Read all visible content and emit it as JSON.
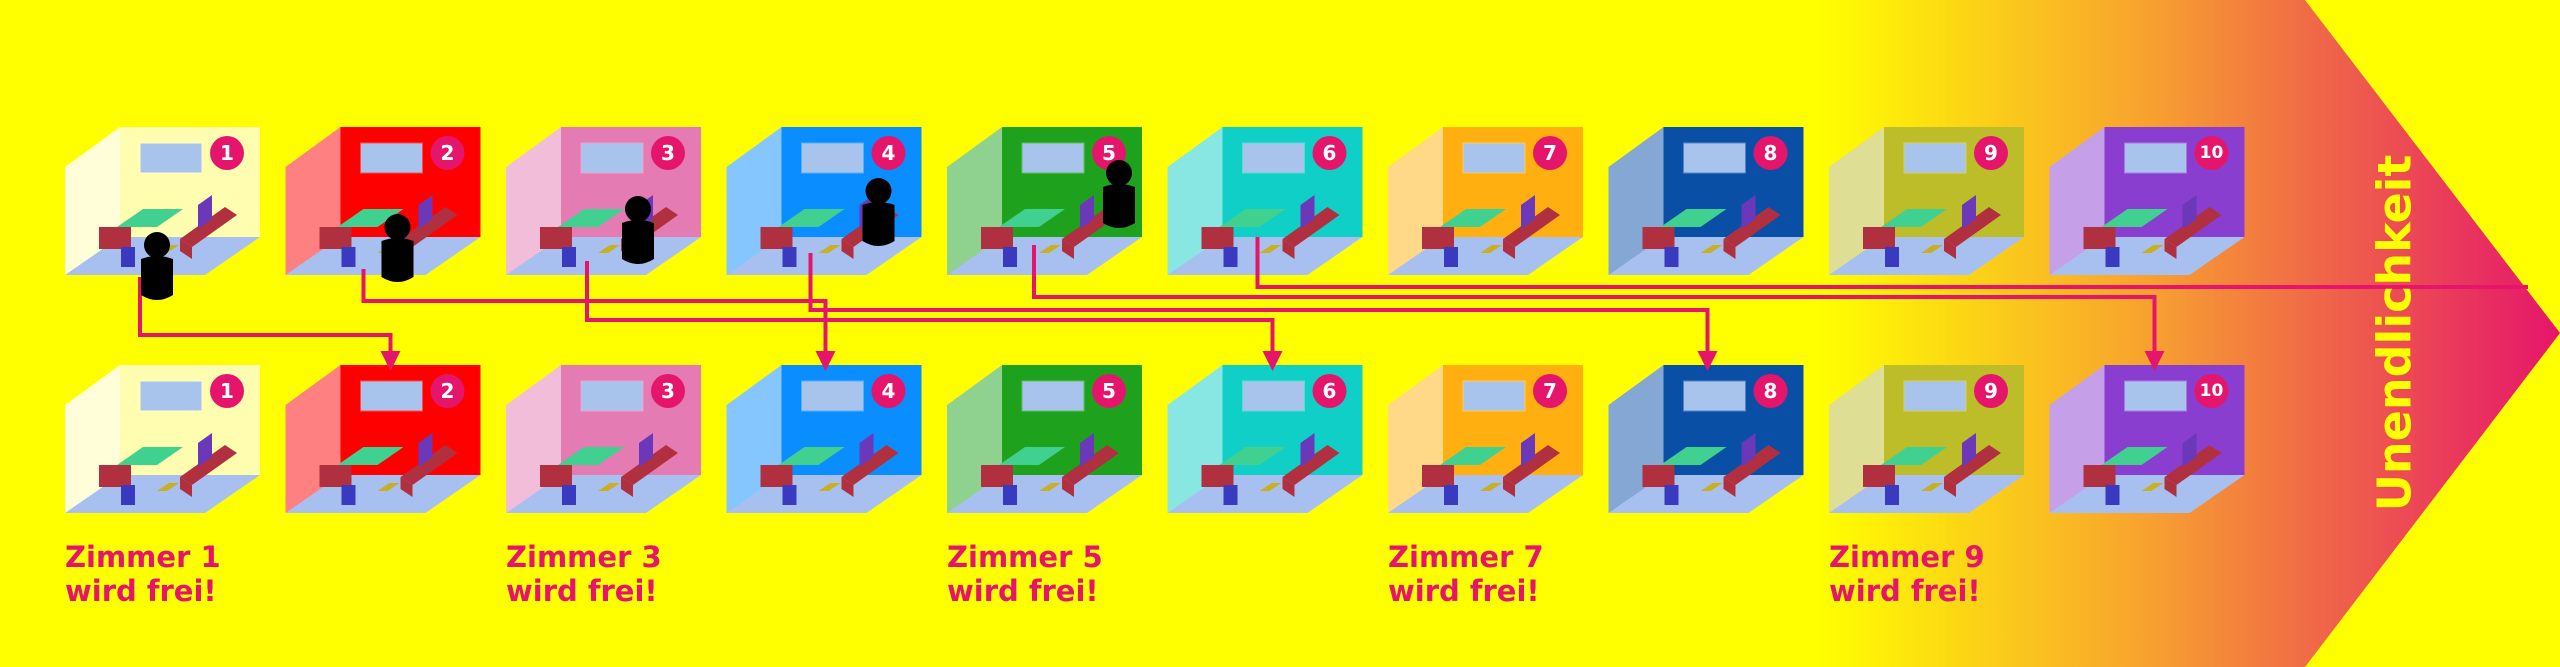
{
  "hotel": {
    "rooms": [
      {
        "number": "1",
        "wall": "#fffdb0"
      },
      {
        "number": "2",
        "wall": "#ff0000"
      },
      {
        "number": "3",
        "wall": "#e57bb3"
      },
      {
        "number": "4",
        "wall": "#0a8dff"
      },
      {
        "number": "5",
        "wall": "#1ea21e"
      },
      {
        "number": "6",
        "wall": "#10cfc6"
      },
      {
        "number": "7",
        "wall": "#ffb010"
      },
      {
        "number": "8",
        "wall": "#0a4fa6"
      },
      {
        "number": "9",
        "wall": "#bdbd2a"
      },
      {
        "number": "10",
        "wall": "#8a3ed0"
      }
    ],
    "guests_at_rooms": [
      "1",
      "2",
      "3",
      "4",
      "5"
    ],
    "moves": [
      {
        "from": "1",
        "to": "2"
      },
      {
        "from": "2",
        "to": "4"
      },
      {
        "from": "3",
        "to": "6"
      },
      {
        "from": "4",
        "to": "8"
      },
      {
        "from": "5",
        "to": "10"
      },
      {
        "from": "6",
        "to": "12"
      }
    ],
    "captions": [
      {
        "room": "1",
        "line1": "Zimmer 1",
        "line2": "wird frei!"
      },
      {
        "room": "3",
        "line1": "Zimmer 3",
        "line2": "wird frei!"
      },
      {
        "room": "5",
        "line1": "Zimmer 5",
        "line2": "wird frei!"
      },
      {
        "room": "7",
        "line1": "Zimmer 7",
        "line2": "wird frei!"
      },
      {
        "room": "9",
        "line1": "Zimmer 9",
        "line2": "wird frei!"
      }
    ],
    "infinity_label": "Unendlichkeit"
  },
  "colors": {
    "background": "#ffff00",
    "accent": "#e5156b",
    "floor": "#a8c0f0",
    "furniture": "#b03040",
    "table": "#40d090",
    "guest": "#000000",
    "infinity_text": "#ffff00"
  }
}
